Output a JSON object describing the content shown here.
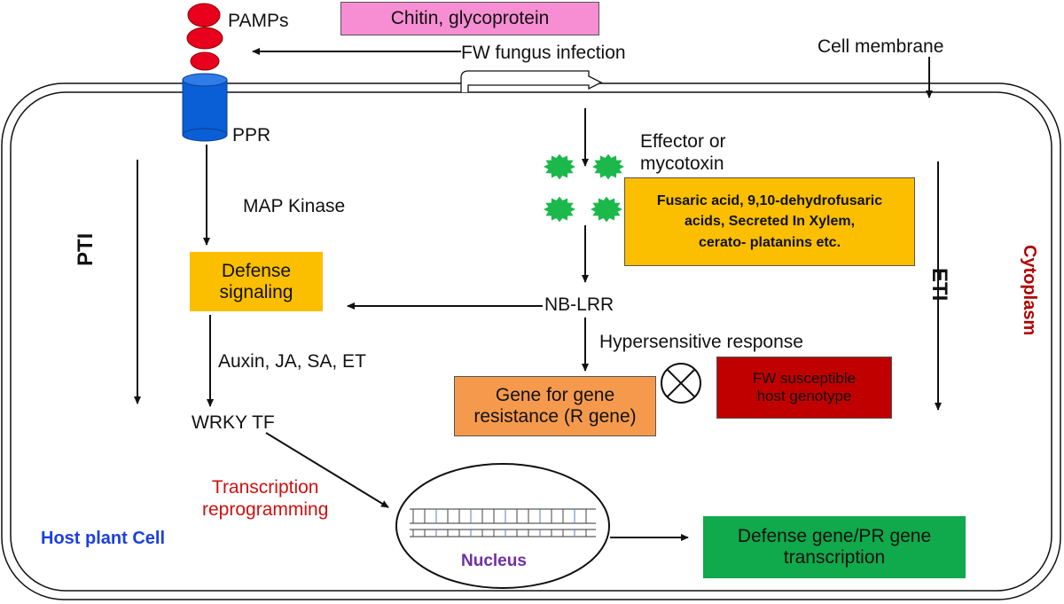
{
  "top": {
    "pamps": "PAMPs",
    "chitin": "Chitin, glycoprotein",
    "infection": "FW fungus infection",
    "membrane": "Cell membrane"
  },
  "left": {
    "ppr": "PPR",
    "map_kinase": "MAP Kinase",
    "defense_signaling": "Defense\nsignaling",
    "hormones": "Auxin, JA, SA, ET",
    "wrky": "WRKY TF",
    "pti": "PTI",
    "transcription": "Transcription\nreprogramming",
    "host_cell": "Host plant Cell"
  },
  "right": {
    "effector": "Effector or\nmycotoxin",
    "toxins": "Fusaric acid, 9,10-dehydrofusaric\nacids, Secreted In Xylem,\ncerato- platanins etc.",
    "nblrr": "NB-LRR",
    "hypersensitive": "Hypersensitive response",
    "r_gene": "Gene for gene\nresistance (R gene)",
    "susceptible": "FW susceptible\nhost genotype",
    "eti": "ETI",
    "cytoplasm": "Cytoplasm"
  },
  "bottom": {
    "nucleus": "Nucleus",
    "pr_gene": "Defense gene/PR gene\ntranscription"
  },
  "colors": {
    "chitin": "#f78ed3",
    "orange_box": "#fbbf00",
    "r_gene_box": "#f59a4c",
    "susceptible_box": "#c00000",
    "pr_box": "#10a94c",
    "pamp": "#e8001c",
    "receptor": "#0a5fd6",
    "effector": "#1cb84b",
    "red_text": "#d01010",
    "blue_text": "#1a3fe0",
    "purple_text": "#7030a0",
    "cytoplasm_text": "#b00000"
  }
}
